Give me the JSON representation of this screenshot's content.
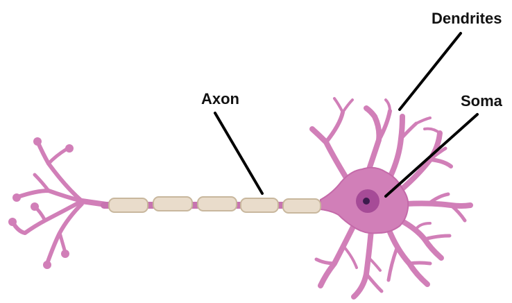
{
  "diagram": {
    "labels": {
      "dendrites": "Dendrites",
      "soma": "Soma",
      "axon": "Axon"
    },
    "colors": {
      "neuron_fill": "#d17fb8",
      "neuron_stroke": "#b6559e",
      "myelin_fill": "#e9dccb",
      "myelin_stroke": "#c8b79d",
      "nucleus": "#a64b97",
      "nucleolus": "#3c1b4d",
      "leader_line": "#000000",
      "label_text": "#111111"
    }
  }
}
